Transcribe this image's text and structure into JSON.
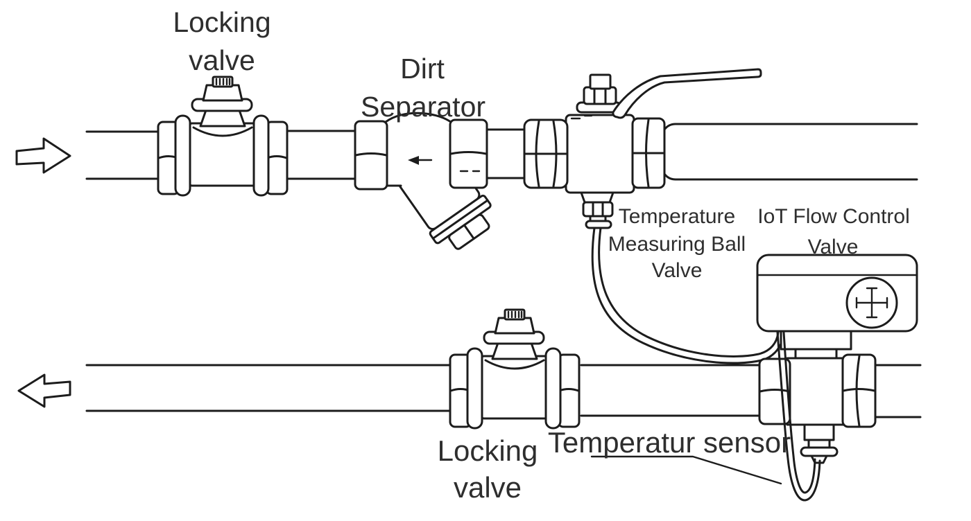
{
  "diagram": {
    "type": "piping-installation-line-drawing",
    "background_color": "#ffffff",
    "line_color": "#1c1c1c",
    "text_color": "#2e2e2e",
    "labels": {
      "locking_valve_top": [
        "Locking",
        "valve"
      ],
      "dirt_separator": [
        "Dirt",
        "Separator"
      ],
      "temperature_measuring_ball_valve": [
        "Temperature",
        "Measuring Ball",
        "Valve"
      ],
      "iot_flow_control_valve": [
        "IoT Flow Control",
        "Valve"
      ],
      "locking_valve_bottom": [
        "Locking",
        "valve"
      ],
      "temperature_sensor": "Temperatur sensor"
    },
    "flow": {
      "supply_arrow_direction": "right",
      "return_arrow_direction": "left"
    }
  }
}
